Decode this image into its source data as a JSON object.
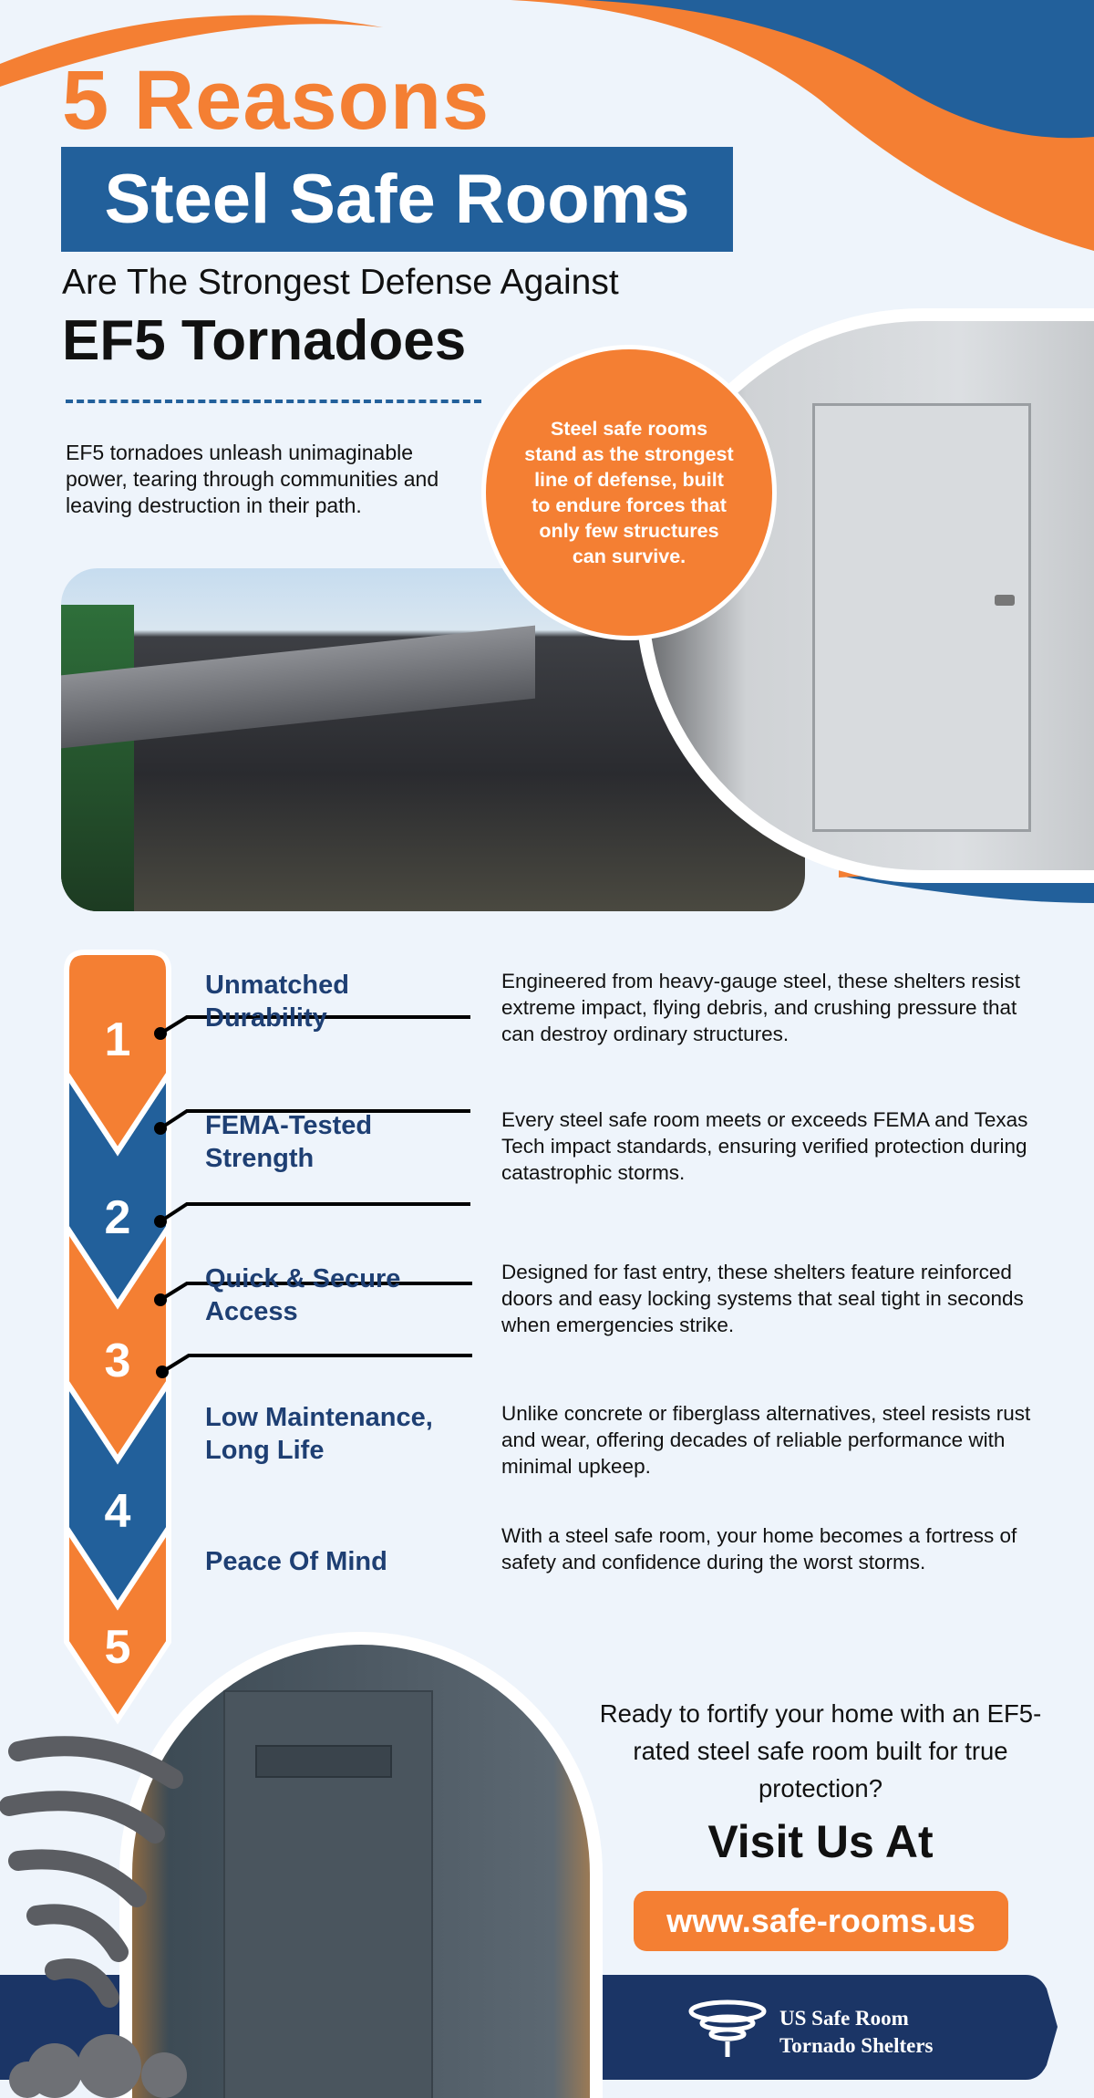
{
  "header": {
    "title_line1": "5 Reasons",
    "title_highlight": "Steel Safe Rooms",
    "subtitle": "Are The Strongest Defense Against",
    "subtitle_bold": "EF5 Tornadoes"
  },
  "intro": "EF5 tornadoes unleash unimaginable power, tearing through communities and leaving destruction in their path.",
  "callout": "Steel safe rooms stand as the strongest line of defense, built to endure forces that only few structures can survive.",
  "reasons": [
    {
      "num": "1",
      "title": "Unmatched Durability",
      "desc": "Engineered from heavy-gauge steel, these shelters resist extreme impact, flying debris, and crushing pressure that can destroy ordinary structures.",
      "color": "#F47F33"
    },
    {
      "num": "2",
      "title": "FEMA-Tested Strength",
      "desc": "Every steel safe room meets or exceeds FEMA and Texas Tech impact standards, ensuring verified protection during catastrophic storms.",
      "color": "#22609B"
    },
    {
      "num": "3",
      "title": "Quick & Secure Access",
      "desc": "Designed for fast entry, these shelters feature reinforced doors and easy locking systems that seal tight in seconds when emergencies strike.",
      "color": "#F47F33"
    },
    {
      "num": "4",
      "title": "Low Maintenance, Long Life",
      "desc": "Unlike concrete or fiberglass alternatives, steel resists rust and wear, offering decades of reliable performance with minimal upkeep.",
      "color": "#22609B"
    },
    {
      "num": "5",
      "title": "Peace Of Mind",
      "desc": "With a steel safe room, your home becomes a fortress of safety and confidence during the worst storms.",
      "color": "#F47F33"
    }
  ],
  "cta": {
    "question": "Ready to fortify your home with an EF5-rated steel safe room built for true protection?",
    "visit": "Visit Us At",
    "url": "www.safe-rooms.us"
  },
  "footer": {
    "brand_line1": "US Safe Room",
    "brand_line2": "Tornado Shelters"
  },
  "colors": {
    "orange": "#F47F33",
    "blue": "#22609B",
    "navy": "#1B3566"
  }
}
